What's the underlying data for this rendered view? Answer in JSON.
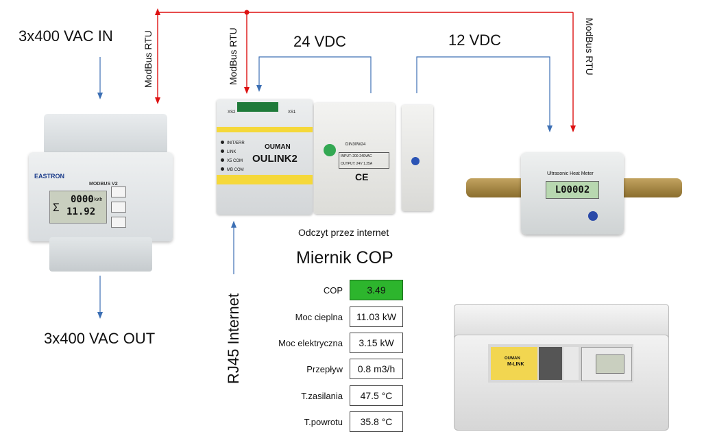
{
  "labels": {
    "ac_in": "3x400 VAC IN",
    "ac_out": "3x400 VAC OUT",
    "modbus_left": "ModBus RTU",
    "modbus_mid": "ModBus RTU",
    "modbus_right": "ModBus RTU",
    "vdc24": "24 VDC",
    "vdc12": "12 VDC",
    "rj45": "RJ45 Internet",
    "odczyt": "Odczyt przez internet",
    "title": "Miernik COP"
  },
  "energy_meter": {
    "brand": "EASTRON",
    "model": "MODBUS V2",
    "reading_top": "0000",
    "reading_bottom": "11.92",
    "unit": "kWh",
    "sigma": "Σ"
  },
  "oulink": {
    "brand": "OUMAN",
    "model": "OULINK2",
    "leds": [
      "INIT/ERR",
      "LINK",
      "X5 COM",
      "MB COM"
    ],
    "xs2": "XS2",
    "xs1": "XS1"
  },
  "psu24": {
    "model": "DIN30W24",
    "input": "INPUT: 200-240VAC",
    "output": "OUTPUT: 24V 1.25A"
  },
  "heat_meter": {
    "title": "Ultrasonic Heat Meter",
    "reading": "L00002"
  },
  "mlink": {
    "brand": "OUMAN",
    "model": "M-LINK"
  },
  "cop_table": [
    {
      "label": "COP",
      "value": "3.49",
      "highlight": true
    },
    {
      "label": "Moc cieplna",
      "value": "11.03 kW",
      "highlight": false
    },
    {
      "label": "Moc elektryczna",
      "value": "3.15 kW",
      "highlight": false
    },
    {
      "label": "Przepływ",
      "value": "0.8 m3/h",
      "highlight": false
    },
    {
      "label": "T.zasilania",
      "value": "47.5 °C",
      "highlight": false
    },
    {
      "label": "T.powrotu",
      "value": "35.8 °C",
      "highlight": false
    }
  ],
  "colors": {
    "modbus": "#dd1111",
    "power": "#3c6fb4",
    "cop_highlight": "#2db52d",
    "oulink_yellow": "#f5d83a"
  }
}
